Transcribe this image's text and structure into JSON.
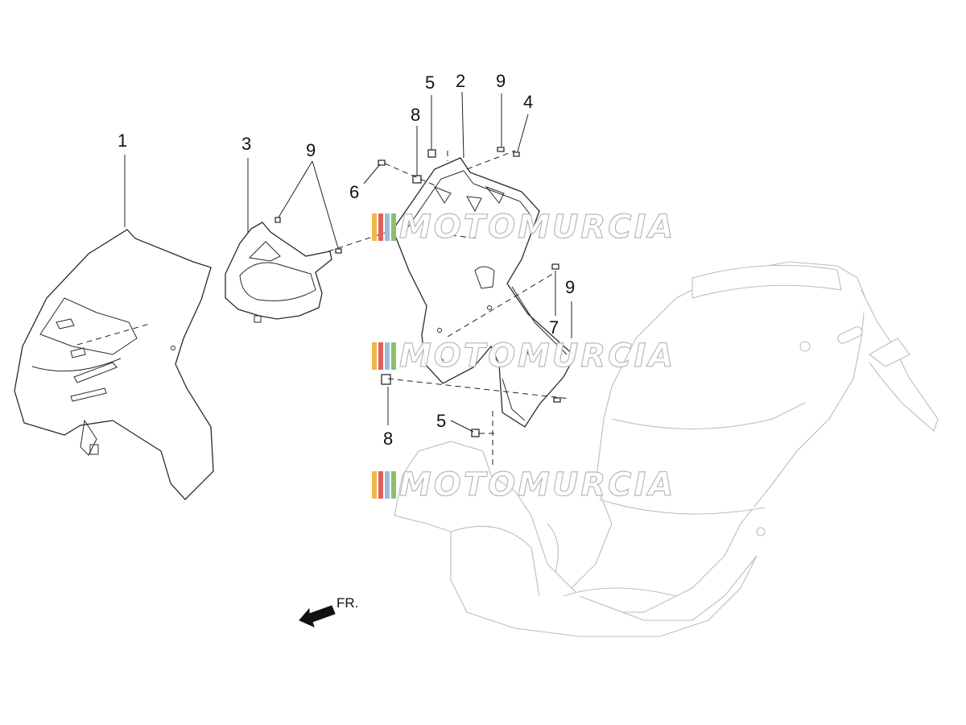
{
  "diagram": {
    "callouts": {
      "c1": "1",
      "c2": "2",
      "c3": "3",
      "c4": "4",
      "c5a": "5",
      "c5b": "5",
      "c6": "6",
      "c7": "7",
      "c8a": "8",
      "c8b": "8",
      "c9a": "9",
      "c9b": "9",
      "c9c": "9"
    },
    "direction_label": "FR.",
    "watermark": {
      "text": "MOTOMURCIA",
      "bar_colors": [
        "#f0b74a",
        "#e0605a",
        "#9bbfd9",
        "#8cc06c"
      ]
    },
    "colors": {
      "line": "#2a2a2a",
      "faded_body": "#bdbdbd"
    }
  }
}
